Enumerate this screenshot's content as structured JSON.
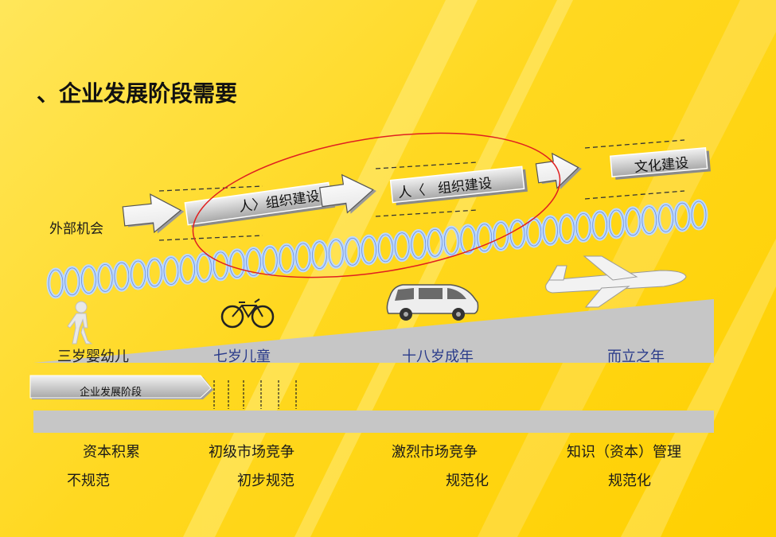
{
  "title": "、企业发展阶段需要",
  "external_label": "外部机会",
  "boxes": [
    "人〉组织建设",
    "人〈   组织建设",
    "文化建设"
  ],
  "ages": [
    "三岁婴幼儿",
    "七岁儿童",
    "十八岁成年",
    "而立之年"
  ],
  "stage_label": "企业发展阶段",
  "stages": [
    {
      "line1": "资本积累",
      "line2": "不规范"
    },
    {
      "line1": "初级市场竞争",
      "line2": "初步规范"
    },
    {
      "line1": "激烈市场竞争",
      "line2": "规范化"
    },
    {
      "line1": "知识（资本）管理",
      "line2": "规范化"
    }
  ],
  "colors": {
    "background": "#ffd820",
    "ramp": "#c7c7c7",
    "chain": "#bcd8ff",
    "ellipse": "#e02020"
  },
  "icons": [
    "walking-person-icon",
    "bicycle-icon",
    "van-icon",
    "airplane-icon"
  ]
}
